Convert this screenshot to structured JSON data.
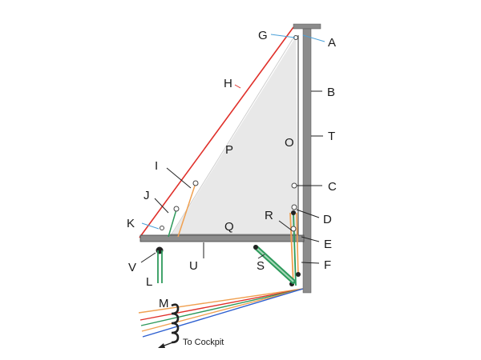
{
  "labels": {
    "A": "A",
    "B": "B",
    "C": "C",
    "D": "D",
    "E": "E",
    "F": "F",
    "G": "G",
    "H": "H",
    "I": "I",
    "J": "J",
    "K": "K",
    "L": "L",
    "M": "M",
    "O": "O",
    "P": "P",
    "Q": "Q",
    "R": "R",
    "S": "S",
    "T": "T",
    "U": "U",
    "V": "V"
  },
  "to_cockpit": "To Cockpit",
  "colors": {
    "mast": "#8c8c8c",
    "sail": "#e8e8e8",
    "forestay": "#e0302a",
    "line_orange": "#f0a050",
    "line_green": "#2e9a5c",
    "line_blue": "#2d5fd0",
    "leader_blue": "#4aa0d8"
  }
}
